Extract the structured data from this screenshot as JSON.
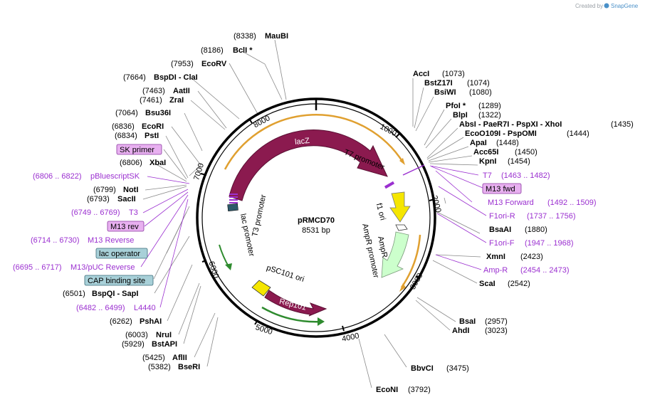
{
  "watermark": {
    "prefix": "Created by",
    "brand": "SnapGene",
    "brand_color": "#4a90c8"
  },
  "plasmid": {
    "name": "pRMCD70",
    "size_label": "8531 bp"
  },
  "colors": {
    "backbone": "#000000",
    "feature_magenta": "#8b1a4f",
    "promoter_green": "#2e8b2e",
    "origin_yellow": "#f5e600",
    "ampr_mint": "#ccffcc",
    "orange_arc": "#e0a030",
    "primer_purple": "#9b30d0",
    "line_grey": "#8a8a8a",
    "box_pink": "#e8b0f0",
    "box_blue": "#a8d0d8"
  },
  "ticks": [
    {
      "text": "1000"
    },
    {
      "text": "2000"
    },
    {
      "text": "3000"
    },
    {
      "text": "4000"
    },
    {
      "text": "5000"
    },
    {
      "text": "6000"
    },
    {
      "text": "7000"
    },
    {
      "text": "8000"
    }
  ],
  "features": [
    {
      "text": "lacZ"
    },
    {
      "text": "Rep101"
    },
    {
      "text": "AmpR"
    },
    {
      "text": "f1 ori"
    },
    {
      "text": "T7 promoter"
    },
    {
      "text": "AmpR promoter"
    },
    {
      "text": "pSC101 ori"
    },
    {
      "text": "T3 promoter"
    },
    {
      "text": "lac promoter"
    }
  ],
  "right_labels": [
    {
      "pos": "",
      "name": "AccI",
      "num": "(1073)"
    },
    {
      "pos": "",
      "name": "BstZ17I",
      "num": "(1074)"
    },
    {
      "pos": "",
      "name": "BsiWI",
      "num": "(1080)"
    },
    {
      "pos": "",
      "name": "PfoI *",
      "num": "(1289)"
    },
    {
      "pos": "",
      "name": "BlpI",
      "num": "(1322)"
    },
    {
      "pos": "",
      "name": "AbsI   - PaeR7I   - PspXI   - XhoI",
      "num": "(1435)"
    },
    {
      "pos": "",
      "name": "EcoO109I   - PspOMI",
      "num": "(1444)"
    },
    {
      "pos": "",
      "name": "ApaI",
      "num": "(1448)"
    },
    {
      "pos": "",
      "name": "Acc65I",
      "num": "(1450)"
    },
    {
      "pos": "",
      "name": "KpnI",
      "num": "(1454)"
    },
    {
      "pos": "",
      "name": "T7",
      "num": "(1463 .. 1482)"
    },
    {
      "pos": "",
      "name": "M13 fwd",
      "num": ""
    },
    {
      "pos": "",
      "name": "M13 Forward",
      "num": "(1492 .. 1509)"
    },
    {
      "pos": "",
      "name": "F1ori-R",
      "num": "(1737 .. 1756)"
    },
    {
      "pos": "",
      "name": "BsaAI",
      "num": "(1880)"
    },
    {
      "pos": "",
      "name": "F1ori-F",
      "num": "(1947 .. 1968)"
    },
    {
      "pos": "",
      "name": "XmnI",
      "num": "(2423)"
    },
    {
      "pos": "",
      "name": "Amp-R",
      "num": "(2454 .. 2473)"
    },
    {
      "pos": "",
      "name": "ScaI",
      "num": "(2542)"
    },
    {
      "pos": "",
      "name": "BsaI",
      "num": "(2957)"
    },
    {
      "pos": "",
      "name": "AhdI",
      "num": "(3023)"
    },
    {
      "pos": "",
      "name": "BbvCI",
      "num": "(3475)"
    },
    {
      "pos": "",
      "name": "EcoNI",
      "num": "(3792)"
    }
  ],
  "left_labels": [
    {
      "pos": "(8338)",
      "name": "MauBI",
      "num": ""
    },
    {
      "pos": "(8186)",
      "name": "BclI *",
      "num": ""
    },
    {
      "pos": "(7953)",
      "name": "EcoRV",
      "num": ""
    },
    {
      "pos": "(7664)",
      "name": "BspDI   - ClaI",
      "num": ""
    },
    {
      "pos": "(7463)",
      "name": "AatII",
      "num": ""
    },
    {
      "pos": "(7461)",
      "name": "ZraI",
      "num": ""
    },
    {
      "pos": "(7064)",
      "name": "Bsu36I",
      "num": ""
    },
    {
      "pos": "(6836)",
      "name": "EcoRI",
      "num": ""
    },
    {
      "pos": "(6834)",
      "name": "PstI",
      "num": ""
    },
    {
      "pos": "",
      "name": "SK primer",
      "num": ""
    },
    {
      "pos": "(6806)",
      "name": "XbaI",
      "num": ""
    },
    {
      "pos": "(6806 .. 6822)",
      "name": "pBluescriptSK",
      "num": ""
    },
    {
      "pos": "(6799)",
      "name": "NotI",
      "num": ""
    },
    {
      "pos": "(6793)",
      "name": "SacII",
      "num": ""
    },
    {
      "pos": "(6749 .. 6769)",
      "name": "T3",
      "num": ""
    },
    {
      "pos": "",
      "name": "M13 rev",
      "num": ""
    },
    {
      "pos": "(6714 .. 6730)",
      "name": "M13 Reverse",
      "num": ""
    },
    {
      "pos": "",
      "name": "lac operator",
      "num": ""
    },
    {
      "pos": "(6695 .. 6717)",
      "name": "M13/pUC Reverse",
      "num": ""
    },
    {
      "pos": "",
      "name": "CAP binding site",
      "num": ""
    },
    {
      "pos": "(6501)",
      "name": "BspQI   - SapI",
      "num": ""
    },
    {
      "pos": "(6482 .. 6499)",
      "name": "L4440",
      "num": ""
    },
    {
      "pos": "(6262)",
      "name": "PshAI",
      "num": ""
    },
    {
      "pos": "(6003)",
      "name": "NruI",
      "num": ""
    },
    {
      "pos": "(5929)",
      "name": "BstAPI",
      "num": ""
    },
    {
      "pos": "(5425)",
      "name": "AflII",
      "num": ""
    },
    {
      "pos": "(5382)",
      "name": "BseRI",
      "num": ""
    }
  ]
}
